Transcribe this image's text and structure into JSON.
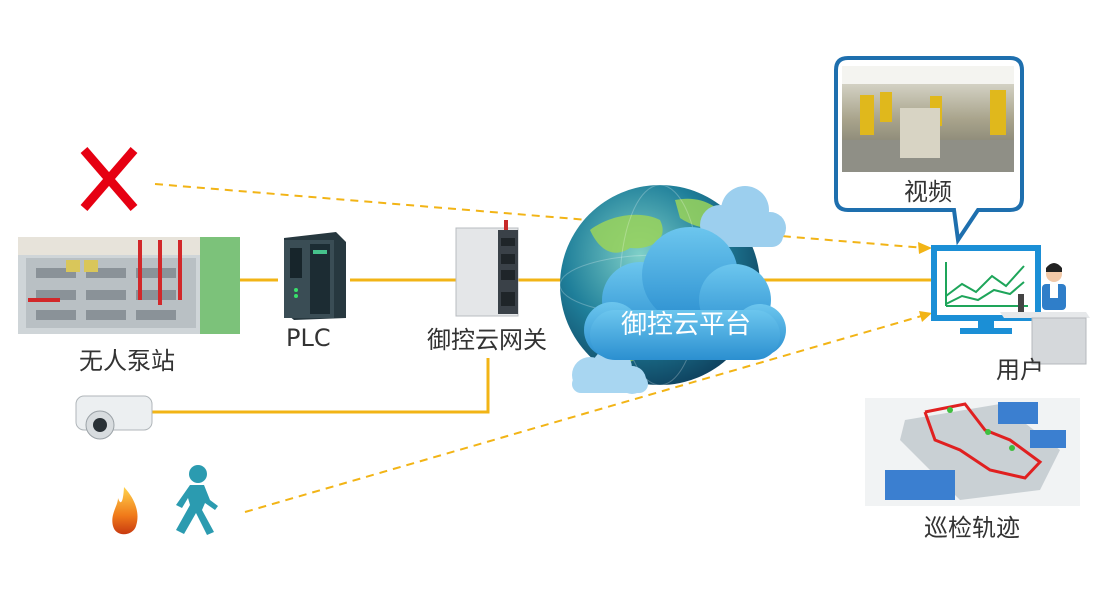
{
  "labels": {
    "pump_station": "无人泵站",
    "plc": "PLC",
    "gateway": "御控云网关",
    "cloud_platform": "御控云平台",
    "video": "视频",
    "user": "用户",
    "patrol_track": "巡检轨迹"
  },
  "colors": {
    "line_yellow": "#f2b416",
    "cross_red": "#e60012",
    "frame_blue": "#1e6fae",
    "cloud_blue": "#3aa0d8"
  },
  "icons": [
    "x-mark-icon",
    "pump-station-image",
    "plc-icon",
    "gateway-icon",
    "camera-icon",
    "fire-icon",
    "walking-person-icon",
    "globe-icon",
    "cloud-icon",
    "monitor-chart-icon",
    "user-at-desk-icon",
    "video-thumbnail",
    "patrol-map-image"
  ]
}
